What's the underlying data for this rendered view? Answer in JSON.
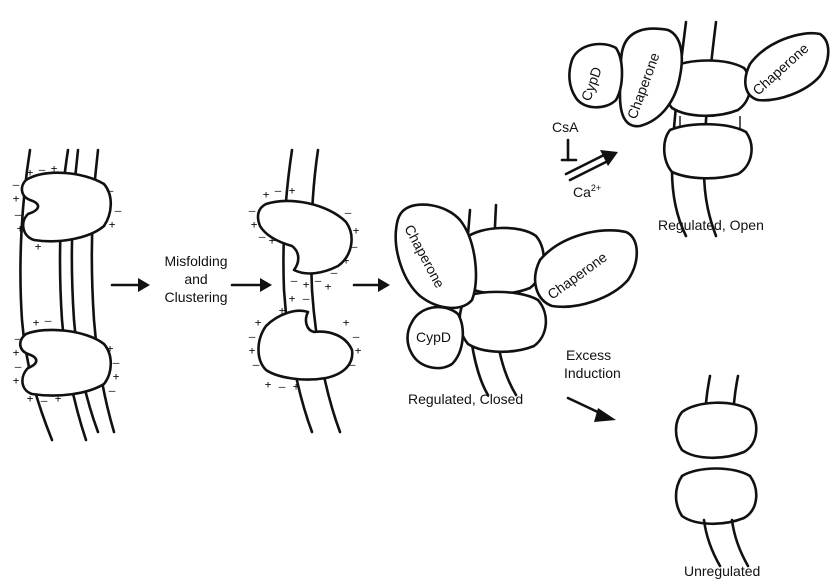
{
  "labels": {
    "step1": [
      "Misfolding",
      "and",
      "Clustering"
    ],
    "chaperone": "Chaperone",
    "cypd": "CypD",
    "regulated_closed": "Regulated, Closed",
    "regulated_open": "Regulated, Open",
    "unregulated": "Unregulated",
    "csa": "CsA",
    "ca": "Ca",
    "ca_sup": "2+",
    "excess_induction": [
      "Excess",
      "Induction"
    ]
  },
  "charge_signs": {
    "plus": "+",
    "minus": "–"
  }
}
